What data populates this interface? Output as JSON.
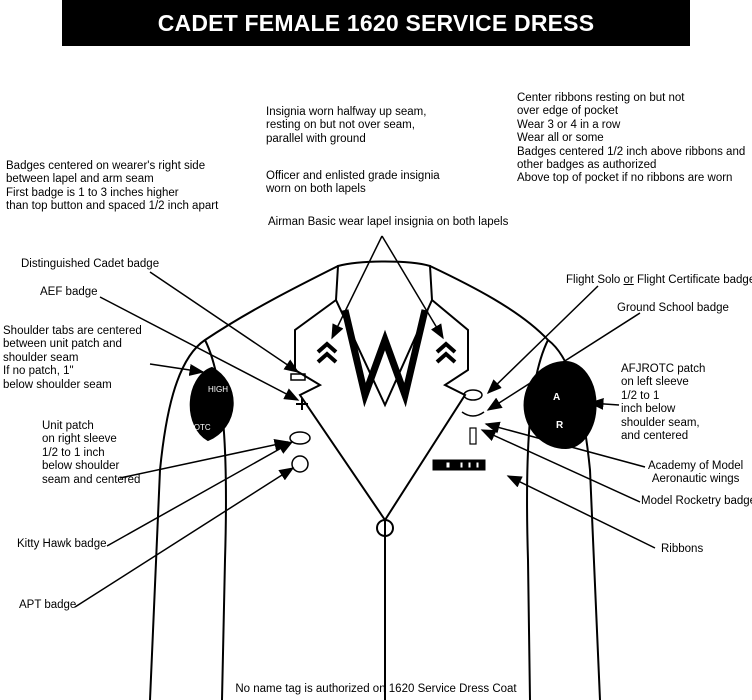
{
  "title": "CADET FEMALE 1620 SERVICE DRESS",
  "notes": {
    "badges_right_side": "Badges centered on wearer's right side\nbetween lapel and arm seam\nFirst badge is 1 to 3 inches higher\nthan top button and spaced 1/2 inch apart",
    "insignia_seam": "Insignia worn halfway up seam,\nresting on but not over seam,\nparallel with ground",
    "grade_insignia": "Officer and enlisted grade insignia\nworn on both lapels",
    "airman_basic": "Airman Basic wear lapel insignia on both lapels",
    "ribbons_center": "Center ribbons resting on but not\nover edge of pocket\nWear 3 or 4 in a row\nWear all or some\nBadges centered 1/2 inch above ribbons and\nother badges as authorized\nAbove top of pocket if no ribbons are worn"
  },
  "left_labels": {
    "distinguished_cadet": "Distinguished Cadet badge",
    "aef": "AEF badge",
    "shoulder_tabs": "Shoulder tabs are centered\nbetween unit patch and\nshoulder seam\nIf no patch, 1\"\nbelow shoulder seam",
    "unit_patch": "Unit patch\non right sleeve\n1/2 to 1 inch\nbelow shoulder\nseam and centered",
    "kitty_hawk": "Kitty Hawk badge",
    "apt": "APT badge"
  },
  "right_labels": {
    "flight_solo_a": "Flight Solo ",
    "flight_solo_or": "or",
    "flight_solo_b": " Flight Certificate badge",
    "ground_school": "Ground School badge",
    "afjrotc_patch": "AFJROTC patch\non left sleeve\n1/2 to 1\ninch below\nshoulder seam,\nand centered",
    "academy_wings": "Academy of Model\nAeronautic wings",
    "model_rocketry": "Model Rocketry badge",
    "ribbons": "Ribbons"
  },
  "patch_text": {
    "unit_patch": "HIGH  ROTC",
    "afjrotc": "A  R"
  },
  "footer": "No name tag is authorized on 1620 Service Dress Coat"
}
